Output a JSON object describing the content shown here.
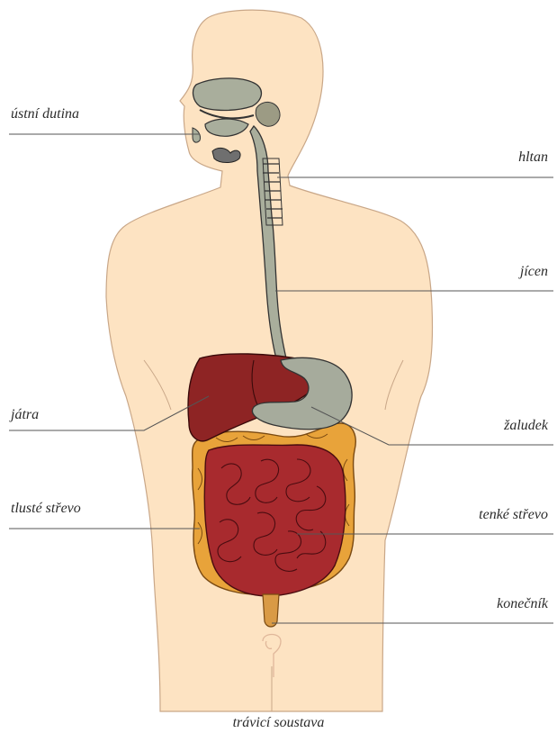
{
  "figure": {
    "caption": "trávicí soustava",
    "labels": {
      "mouth": "ústní dutina",
      "pharynx": "hltan",
      "esophagus": "jícen",
      "liver": "játra",
      "stomach": "žaludek",
      "large_intestine": "tlusté střevo",
      "small_intestine": "tenké střevo",
      "rectum": "konečník"
    },
    "colors": {
      "skin": "#fde3c2",
      "skin_outline": "#3a2a20",
      "esophagus": "#a9ae9c",
      "liver": "#8e2424",
      "stomach": "#a6ab9c",
      "small_intestine": "#a82a2e",
      "large_intestine": "#e8a33a",
      "rectum": "#d99a45",
      "leader_line": "#555555"
    }
  }
}
